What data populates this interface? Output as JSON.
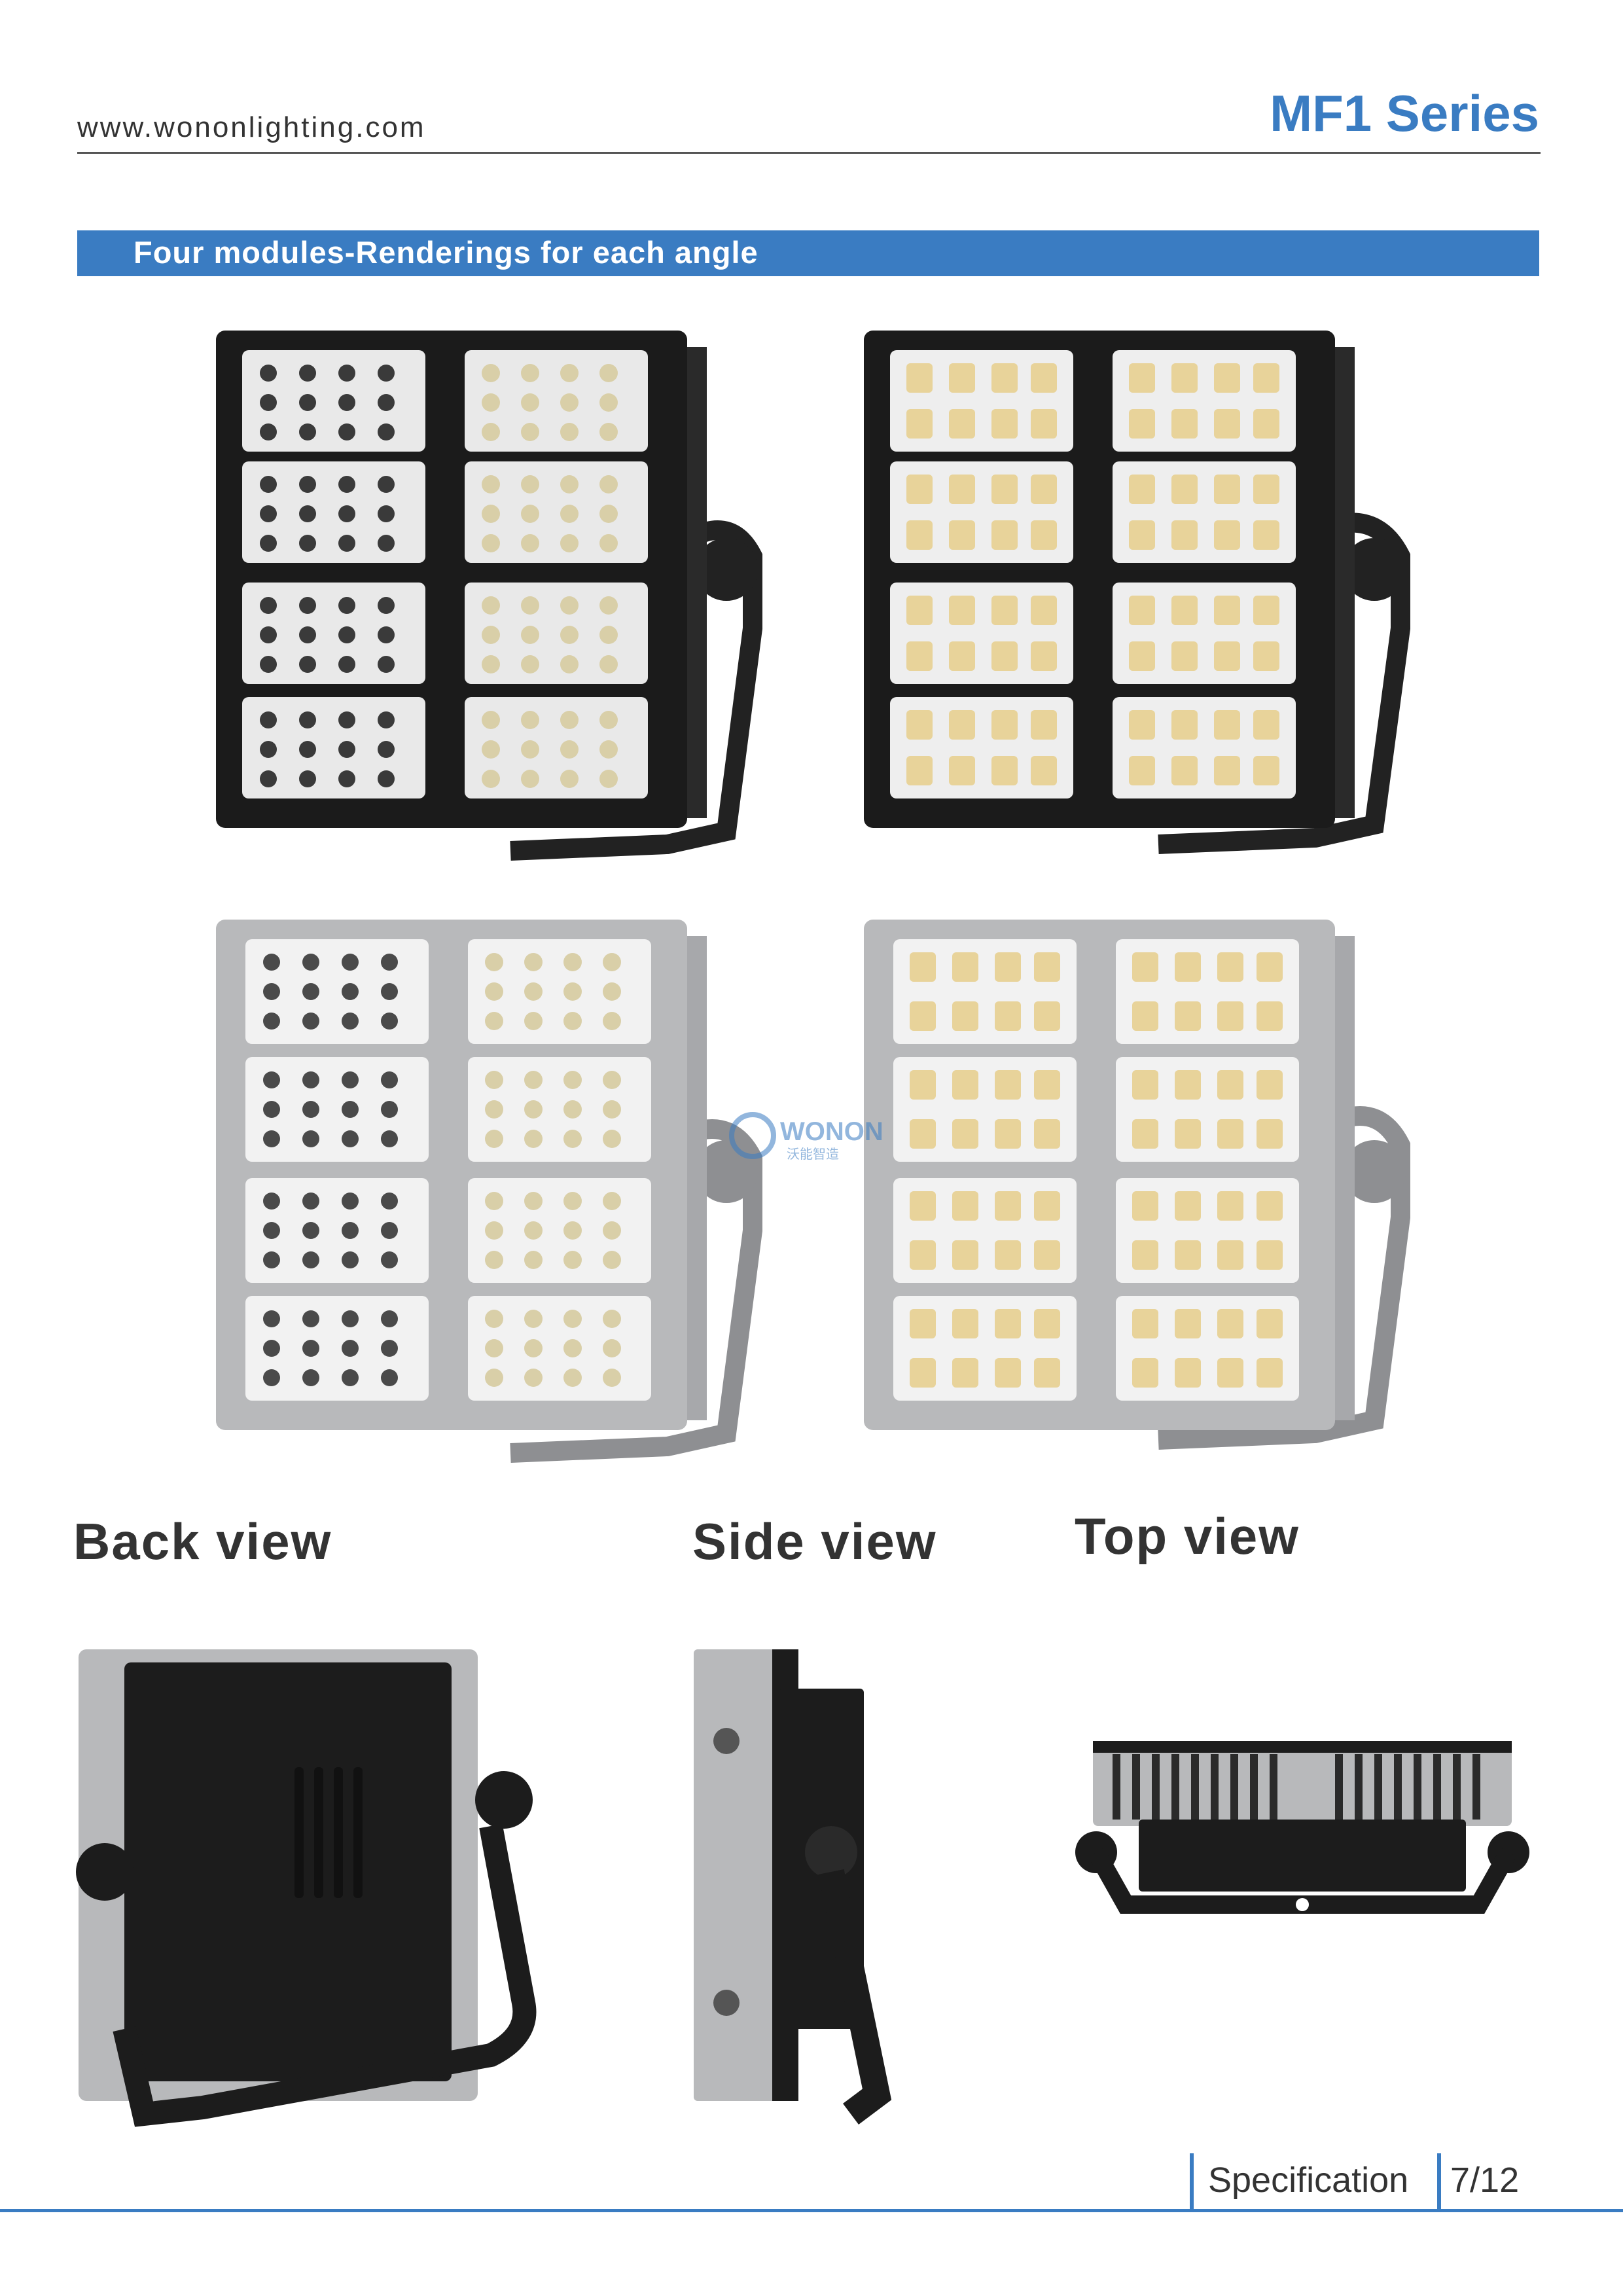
{
  "header": {
    "website": "www.wononlighting.com",
    "series": "MF1 Series"
  },
  "section": {
    "title": "Four modules-Renderings for each angle"
  },
  "views": {
    "back": "Back view",
    "side": "Side view",
    "top": "Top view"
  },
  "watermark": {
    "logo_text": "WONON",
    "logo_subtext": "沃能智造"
  },
  "footer": {
    "label": "Specification",
    "page": "7/12"
  },
  "colors": {
    "accent": "#3a7cc2",
    "housing_black": "#1b1b1b",
    "housing_silver": "#b8b9bb",
    "led_warm": "#e8d39a"
  }
}
